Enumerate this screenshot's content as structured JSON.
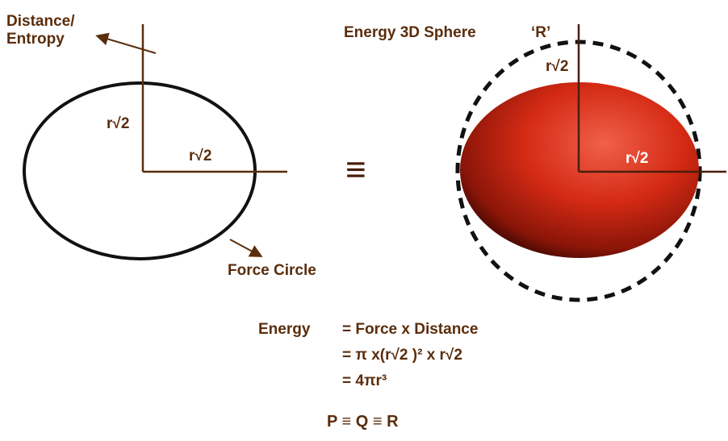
{
  "left": {
    "axis_label": "Distance/ Entropy",
    "axis_label_line1": "Distance/",
    "axis_label_line2": "Entropy",
    "vertical_radius": "r√2",
    "horizontal_radius": "r√2",
    "circle_label": "Force Circle"
  },
  "equivalence_symbol": "≡",
  "right": {
    "title": "Energy 3D Sphere",
    "tag": "‘R’",
    "vertical_radius": "r√2",
    "horizontal_radius": "r√2"
  },
  "equations": {
    "line1_lhs": "Energy",
    "line1_rhs": "= Force x Distance",
    "line2": "=  π x(r√2 )² x r√2",
    "line3": "= 4πr³",
    "conclusion": "P ≡ Q ≡ R"
  },
  "colors": {
    "text": "#5a2d0c",
    "sphere": "#d42a14"
  }
}
